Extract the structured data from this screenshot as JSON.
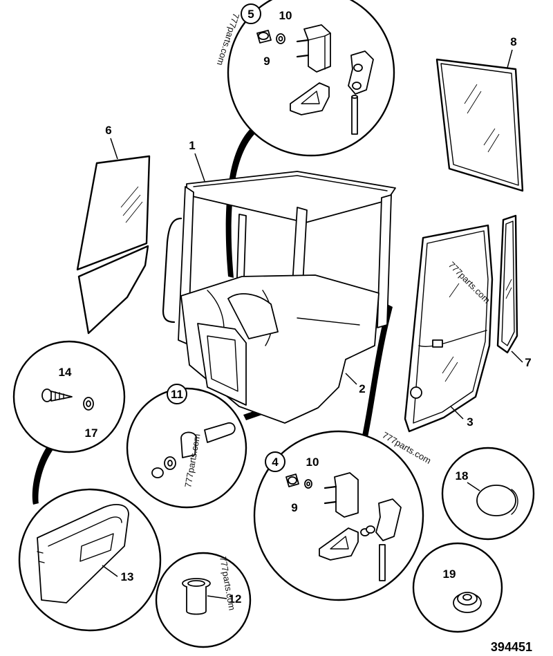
{
  "figure_number": "394451",
  "watermark": "777parts.com",
  "callouts": {
    "c1": "1",
    "c2": "2",
    "c3": "3",
    "c4": "4",
    "c5": "5",
    "c6": "6",
    "c7": "7",
    "c8": "8",
    "c9a": "9",
    "c9b": "9",
    "c10a": "10",
    "c10b": "10",
    "c11": "11",
    "c12": "12",
    "c13": "13",
    "c14": "14",
    "c17": "17",
    "c18": "18",
    "c19": "19"
  }
}
